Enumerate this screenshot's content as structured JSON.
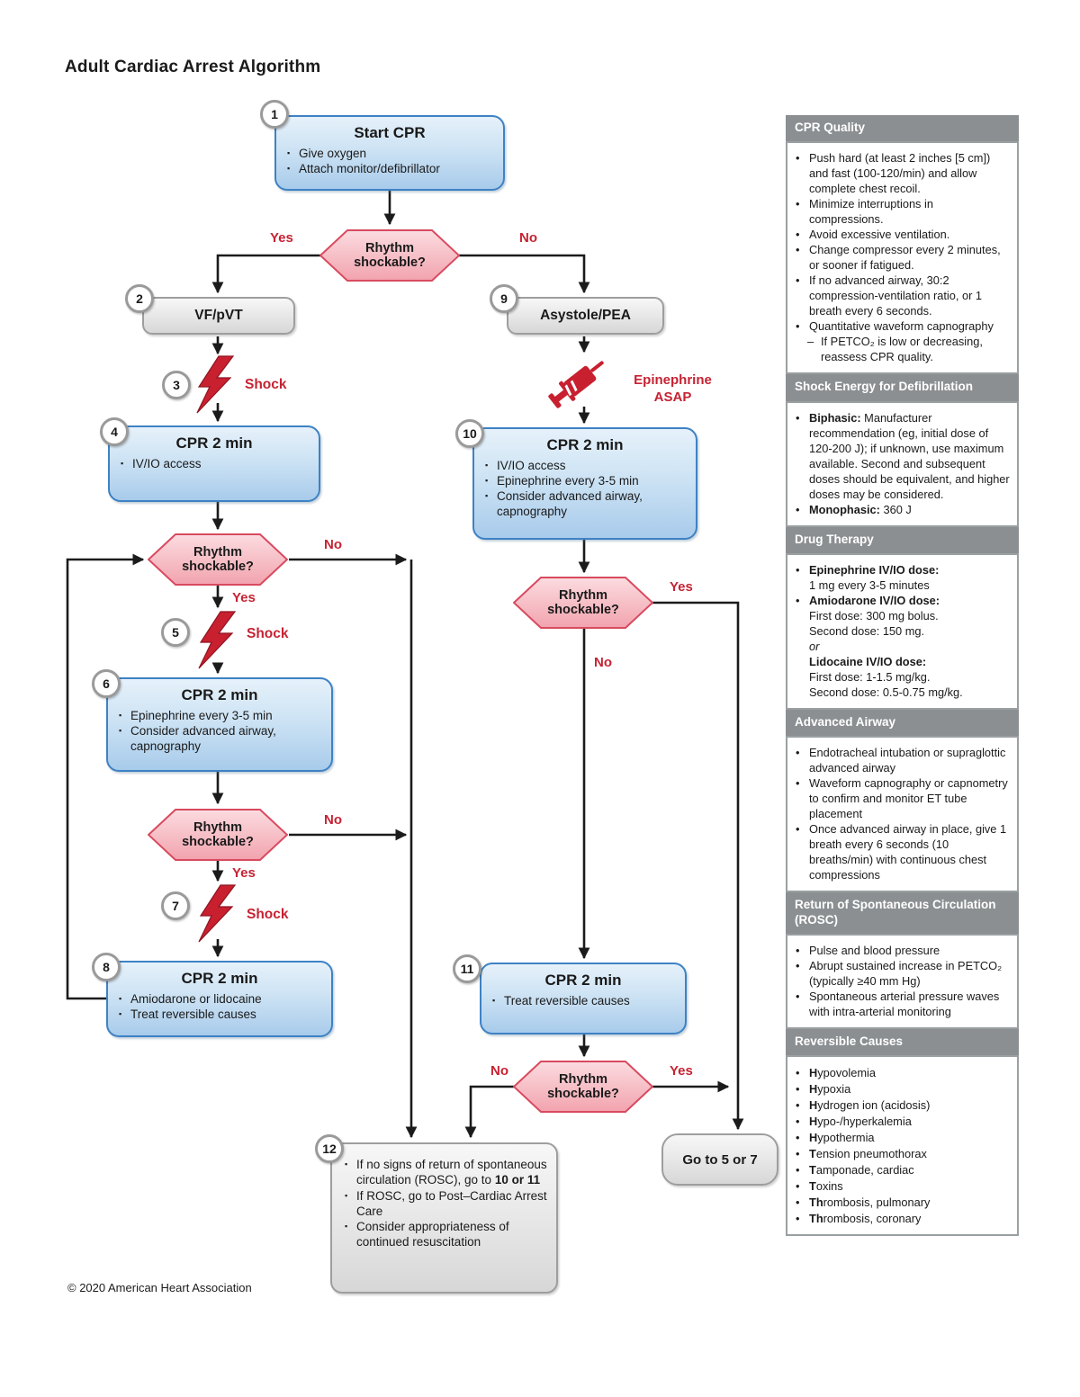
{
  "title": "Adult Cardiac Arrest Algorithm",
  "footer": {
    "copyright": "© 2020 American Heart Association"
  },
  "labels": {
    "yes": "Yes",
    "no": "No",
    "shock": "Shock",
    "decision": "Rhythm shockable?",
    "epi1": "Epinephrine",
    "epi2": "ASAP"
  },
  "steps": {
    "s1": {
      "num": "1",
      "title": "Start CPR",
      "bullets": [
        "Give oxygen",
        "Attach monitor/defibrillator"
      ]
    },
    "s2": {
      "num": "2",
      "title": "VF/pVT"
    },
    "s3": {
      "num": "3",
      "label": "Shock"
    },
    "s4": {
      "num": "4",
      "title": "CPR 2 min",
      "bullets": [
        "IV/IO access"
      ]
    },
    "s5": {
      "num": "5",
      "label": "Shock"
    },
    "s6": {
      "num": "6",
      "title": "CPR 2 min",
      "bullets": [
        "Epinephrine every 3-5 min",
        "Consider advanced airway, capnography"
      ]
    },
    "s7": {
      "num": "7",
      "label": "Shock"
    },
    "s8": {
      "num": "8",
      "title": "CPR 2 min",
      "bullets": [
        "Amiodarone or lidocaine",
        "Treat reversible causes"
      ]
    },
    "s9": {
      "num": "9",
      "title": "Asystole/PEA"
    },
    "s10": {
      "num": "10",
      "title": "CPR 2 min",
      "bullets": [
        "IV/IO access",
        "Epinephrine every 3-5 min",
        "Consider advanced airway, capnography"
      ]
    },
    "s11": {
      "num": "11",
      "title": "CPR 2 min",
      "bullets": [
        "Treat reversible causes"
      ]
    },
    "s12": {
      "num": "12",
      "rows": [
        {
          "t": "If no signs of return of spontaneous circulation (ROSC), go to ",
          "b": "10 or 11"
        },
        {
          "t": "If ROSC, go to Post–Cardiac Arrest Care"
        },
        {
          "t": "Consider appropriateness of continued resuscitation"
        }
      ]
    },
    "goto": {
      "label": "Go to 5 or 7"
    }
  },
  "sidebar": {
    "sections": [
      {
        "title": "CPR Quality",
        "rows": [
          {
            "t": "Push hard (at least 2 inches [5 cm]) and fast (100-120/min) and allow complete chest recoil."
          },
          {
            "t": "Minimize interruptions in compressions."
          },
          {
            "t": "Avoid excessive ventilation."
          },
          {
            "t": "Change compressor every 2 minutes, or sooner if fatigued."
          },
          {
            "t": "If no advanced airway, 30:2 compression-ventilation ratio, or 1 breath every 6 seconds."
          },
          {
            "t": "Quantitative waveform capnography"
          },
          {
            "t": "If PETCO₂ is low or decreasing, reassess CPR quality."
          }
        ]
      },
      {
        "title": "Shock Energy for Defibrillation",
        "rows": [
          {
            "b": "Biphasic:",
            "t": " Manufacturer recommendation (eg, initial dose of 120-200 J); if unknown, use maximum available. Second and subsequent doses should be equivalent, and higher doses may be considered."
          },
          {
            "b": "Monophasic:",
            "t": " 360 J"
          }
        ]
      },
      {
        "title": "Drug Therapy",
        "rows": [
          {
            "b": "Epinephrine IV/IO dose:"
          },
          {
            "t": "1 mg every 3-5 minutes"
          },
          {
            "b": "Amiodarone IV/IO dose:"
          },
          {
            "t": "First dose: 300 mg bolus."
          },
          {
            "t": "Second dose: 150 mg."
          },
          {
            "i": "or"
          },
          {
            "b": "Lidocaine IV/IO dose:"
          },
          {
            "t": "First dose: 1-1.5 mg/kg."
          },
          {
            "t": "Second dose: 0.5-0.75 mg/kg."
          }
        ]
      },
      {
        "title": "Advanced Airway",
        "rows": [
          {
            "t": "Endotracheal intubation or supraglottic advanced airway"
          },
          {
            "t": "Waveform capnography or capnometry to confirm and monitor ET tube placement"
          },
          {
            "t": "Once advanced airway in place, give 1 breath every 6 seconds (10 breaths/min) with continuous chest compressions"
          }
        ]
      },
      {
        "title": "Return of Spontaneous Circulation (ROSC)",
        "rows": [
          {
            "t": "Pulse and blood pressure"
          },
          {
            "t": "Abrupt sustained increase in PETCO₂ (typically ≥40 mm Hg)"
          },
          {
            "t": "Spontaneous arterial pressure waves with intra-arterial monitoring"
          }
        ]
      },
      {
        "title": "Reversible Causes",
        "rows": [
          {
            "b": "H",
            "t": "ypovolemia"
          },
          {
            "b": "H",
            "t": "ypoxia"
          },
          {
            "b": "H",
            "t": "ydrogen ion (acidosis)"
          },
          {
            "b": "H",
            "t": "ypo-/hyperkalemia"
          },
          {
            "b": "H",
            "t": "ypothermia"
          },
          {
            "b": "T",
            "t": "ension pneumothorax"
          },
          {
            "b": "T",
            "t": "amponade, cardiac"
          },
          {
            "b": "T",
            "t": "oxins"
          },
          {
            "b": "Th",
            "t": "rombosis, pulmonary"
          },
          {
            "b": "Th",
            "t": "rombosis, coronary"
          }
        ]
      }
    ]
  }
}
